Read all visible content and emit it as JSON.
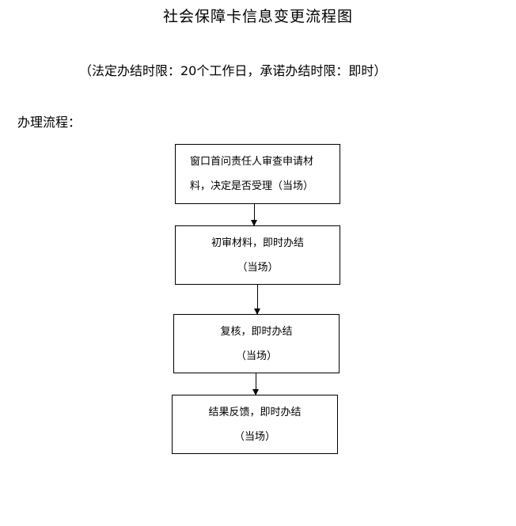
{
  "title": "社会保障卡信息变更流程图",
  "subtitle": "（法定办结时限：20个工作日，承诺办结时限：即时）",
  "heading": "办理流程：",
  "steps": [
    {
      "line1": "窗口首问责任人审查申请材",
      "line2": "料，决定是否受理（当场）"
    },
    {
      "line1": "初审材料，即时办结",
      "line2": "（当场）"
    },
    {
      "line1": "复核，即时办结",
      "line2": "（当场）"
    },
    {
      "line1": "结果反馈，即时办结",
      "line2": "（当场）"
    }
  ]
}
